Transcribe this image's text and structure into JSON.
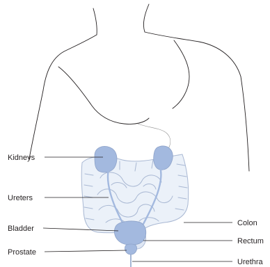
{
  "labels": {
    "kidneys": "Kidneys",
    "ureters": "Ureters",
    "bladder": "Bladder",
    "prostate": "Prostate",
    "colon": "Colon",
    "rectum": "Rectum",
    "urethra": "Urethra"
  },
  "colors": {
    "organ_fill": "#a3b9df",
    "organ_light": "#dfe7f4",
    "intestine_fill": "#e8eef8",
    "outline": "#231f20",
    "label_text": "#231f20"
  }
}
